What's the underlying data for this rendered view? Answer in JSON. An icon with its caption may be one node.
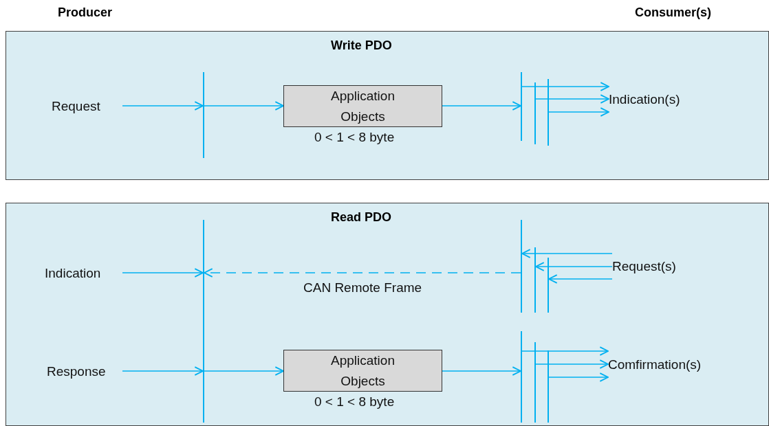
{
  "diagram": {
    "nodes": [
      {
        "text": [
          "Write PDO"
        ]
      },
      {
        "text": [
          "Request"
        ],
        "in": 0
      },
      {
        "text": [],
        "shape": "bar",
        "in": 0
      },
      {
        "text": [
          "Application Objects"
        ],
        "beside": [
          "0 < 1 < 8 byte"
        ],
        "in": 0
      },
      {
        "text": [],
        "shape": "bar",
        "in": 0
      },
      {
        "text": [],
        "shape": "bar",
        "in": 0
      },
      {
        "text": [],
        "shape": "bar",
        "in": 0
      },
      {
        "text": [
          "Indication(s)"
        ],
        "in": 0
      },
      {
        "text": [
          "Read PDO"
        ]
      },
      {
        "text": [
          "Indication"
        ],
        "in": 8
      },
      {
        "text": [],
        "shape": "bar",
        "in": 8
      },
      {
        "text": [],
        "shape": "bar",
        "in": 8
      },
      {
        "text": [],
        "shape": "bar",
        "in": 8
      },
      {
        "text": [],
        "shape": "bar",
        "in": 8
      },
      {
        "text": [
          "Request(s)"
        ],
        "in": 8
      },
      {
        "text": [
          "Response"
        ],
        "in": 8
      },
      {
        "text": [
          "Application Objects"
        ],
        "beside": [
          "0 < 1 < 8 byte"
        ],
        "in": 8
      },
      {
        "text": [],
        "shape": "bar",
        "in": 8
      },
      {
        "text": [],
        "shape": "bar",
        "in": 8
      },
      {
        "text": [],
        "shape": "bar",
        "in": 8
      },
      {
        "text": [
          "Comfirmation(s)"
        ],
        "in": 8
      }
    ],
    "edges": [
      {
        "from": 1,
        "to": 2,
        "arrow": "to"
      },
      {
        "from": 2,
        "to": 3,
        "arrow": "to"
      },
      {
        "from": 3,
        "to": 4,
        "arrow": "to"
      },
      {
        "from": 4,
        "to": 7,
        "arrow": "to"
      },
      {
        "from": 5,
        "to": 7,
        "arrow": "to"
      },
      {
        "from": 6,
        "to": 7,
        "arrow": "to"
      },
      {
        "from": 9,
        "to": 10,
        "arrow": "to"
      },
      {
        "from": 14,
        "to": 11,
        "arrow": "to"
      },
      {
        "from": 14,
        "to": 12,
        "arrow": "to"
      },
      {
        "from": 14,
        "to": 13,
        "arrow": "to"
      },
      {
        "from": 11,
        "to": 10,
        "arrow": "to",
        "style": "dashed",
        "label": "CAN Remote Frame"
      },
      {
        "from": 15,
        "to": 10,
        "arrow": "to"
      },
      {
        "from": 10,
        "to": 16,
        "arrow": "to"
      },
      {
        "from": 16,
        "to": 17,
        "arrow": "to"
      },
      {
        "from": 17,
        "to": 20,
        "arrow": "to"
      },
      {
        "from": 18,
        "to": 20,
        "arrow": "to"
      },
      {
        "from": 19,
        "to": 20,
        "arrow": "to"
      }
    ],
    "labels": [
      "Producer",
      "Consumer(s)"
    ]
  }
}
